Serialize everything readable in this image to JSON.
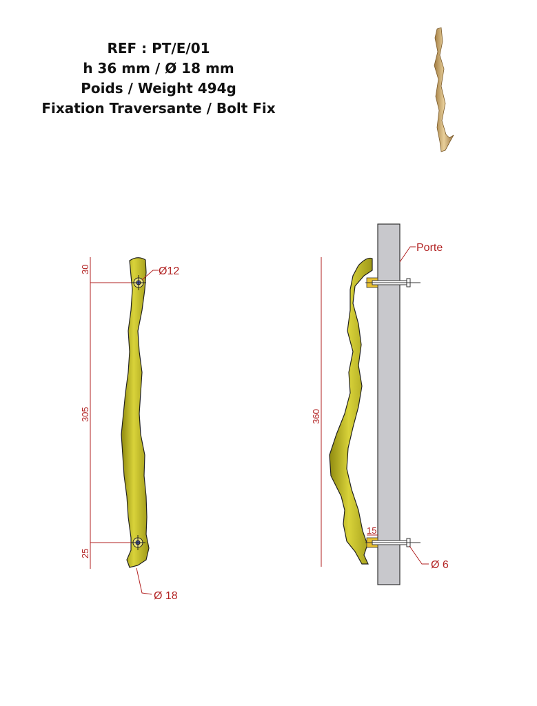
{
  "header": {
    "ref": "REF : PT/E/01",
    "dimensions": "h 36 mm / Ø 18 mm",
    "weight": "Poids /  Weight  494g",
    "fixing": "Fixation Traversante / Bolt Fix"
  },
  "front_view": {
    "dim_top": "30",
    "dim_middle": "305",
    "dim_bottom": "25",
    "hole_label": "Ø12",
    "diameter_label": "Ø 18"
  },
  "side_view": {
    "dim_total": "360",
    "door_label": "Porte",
    "spacer_label": "15",
    "bolt_label": "Ø 6"
  },
  "colors": {
    "handle": "#c8c22a",
    "dimension": "#b22222",
    "door": "#c8c8cc"
  }
}
